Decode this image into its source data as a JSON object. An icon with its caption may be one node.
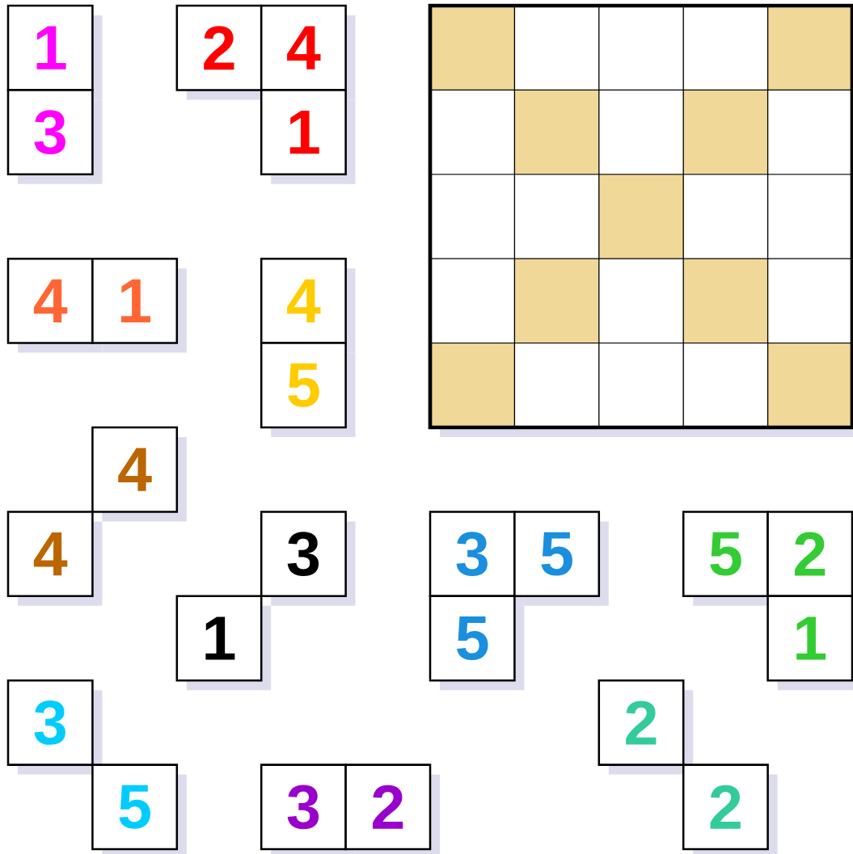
{
  "diagram": {
    "nodes": [
      {
        "text": [
          "1"
        ]
      },
      {
        "text": [
          "2"
        ]
      },
      {
        "text": [
          "4"
        ]
      },
      {
        "text": [
          "3"
        ]
      },
      {
        "text": [
          "1"
        ]
      },
      {
        "text": [
          "4"
        ]
      },
      {
        "text": [
          "1"
        ]
      },
      {
        "text": [
          "4"
        ]
      },
      {
        "text": [
          "5"
        ]
      },
      {
        "text": [
          "4"
        ]
      },
      {
        "text": [
          "4"
        ]
      },
      {
        "text": [
          "3"
        ]
      },
      {
        "text": [
          "3"
        ]
      },
      {
        "text": [
          "5"
        ]
      },
      {
        "text": [
          "5"
        ]
      },
      {
        "text": [
          "2"
        ]
      },
      {
        "text": [
          "1"
        ]
      },
      {
        "text": [
          "5"
        ]
      },
      {
        "text": [
          "1"
        ]
      },
      {
        "text": [
          "3"
        ]
      },
      {
        "text": [
          "2"
        ]
      },
      {
        "text": [
          "5"
        ]
      },
      {
        "text": [
          "3"
        ]
      },
      {
        "text": [
          "2"
        ]
      },
      {
        "text": [
          "2"
        ]
      }
    ]
  }
}
